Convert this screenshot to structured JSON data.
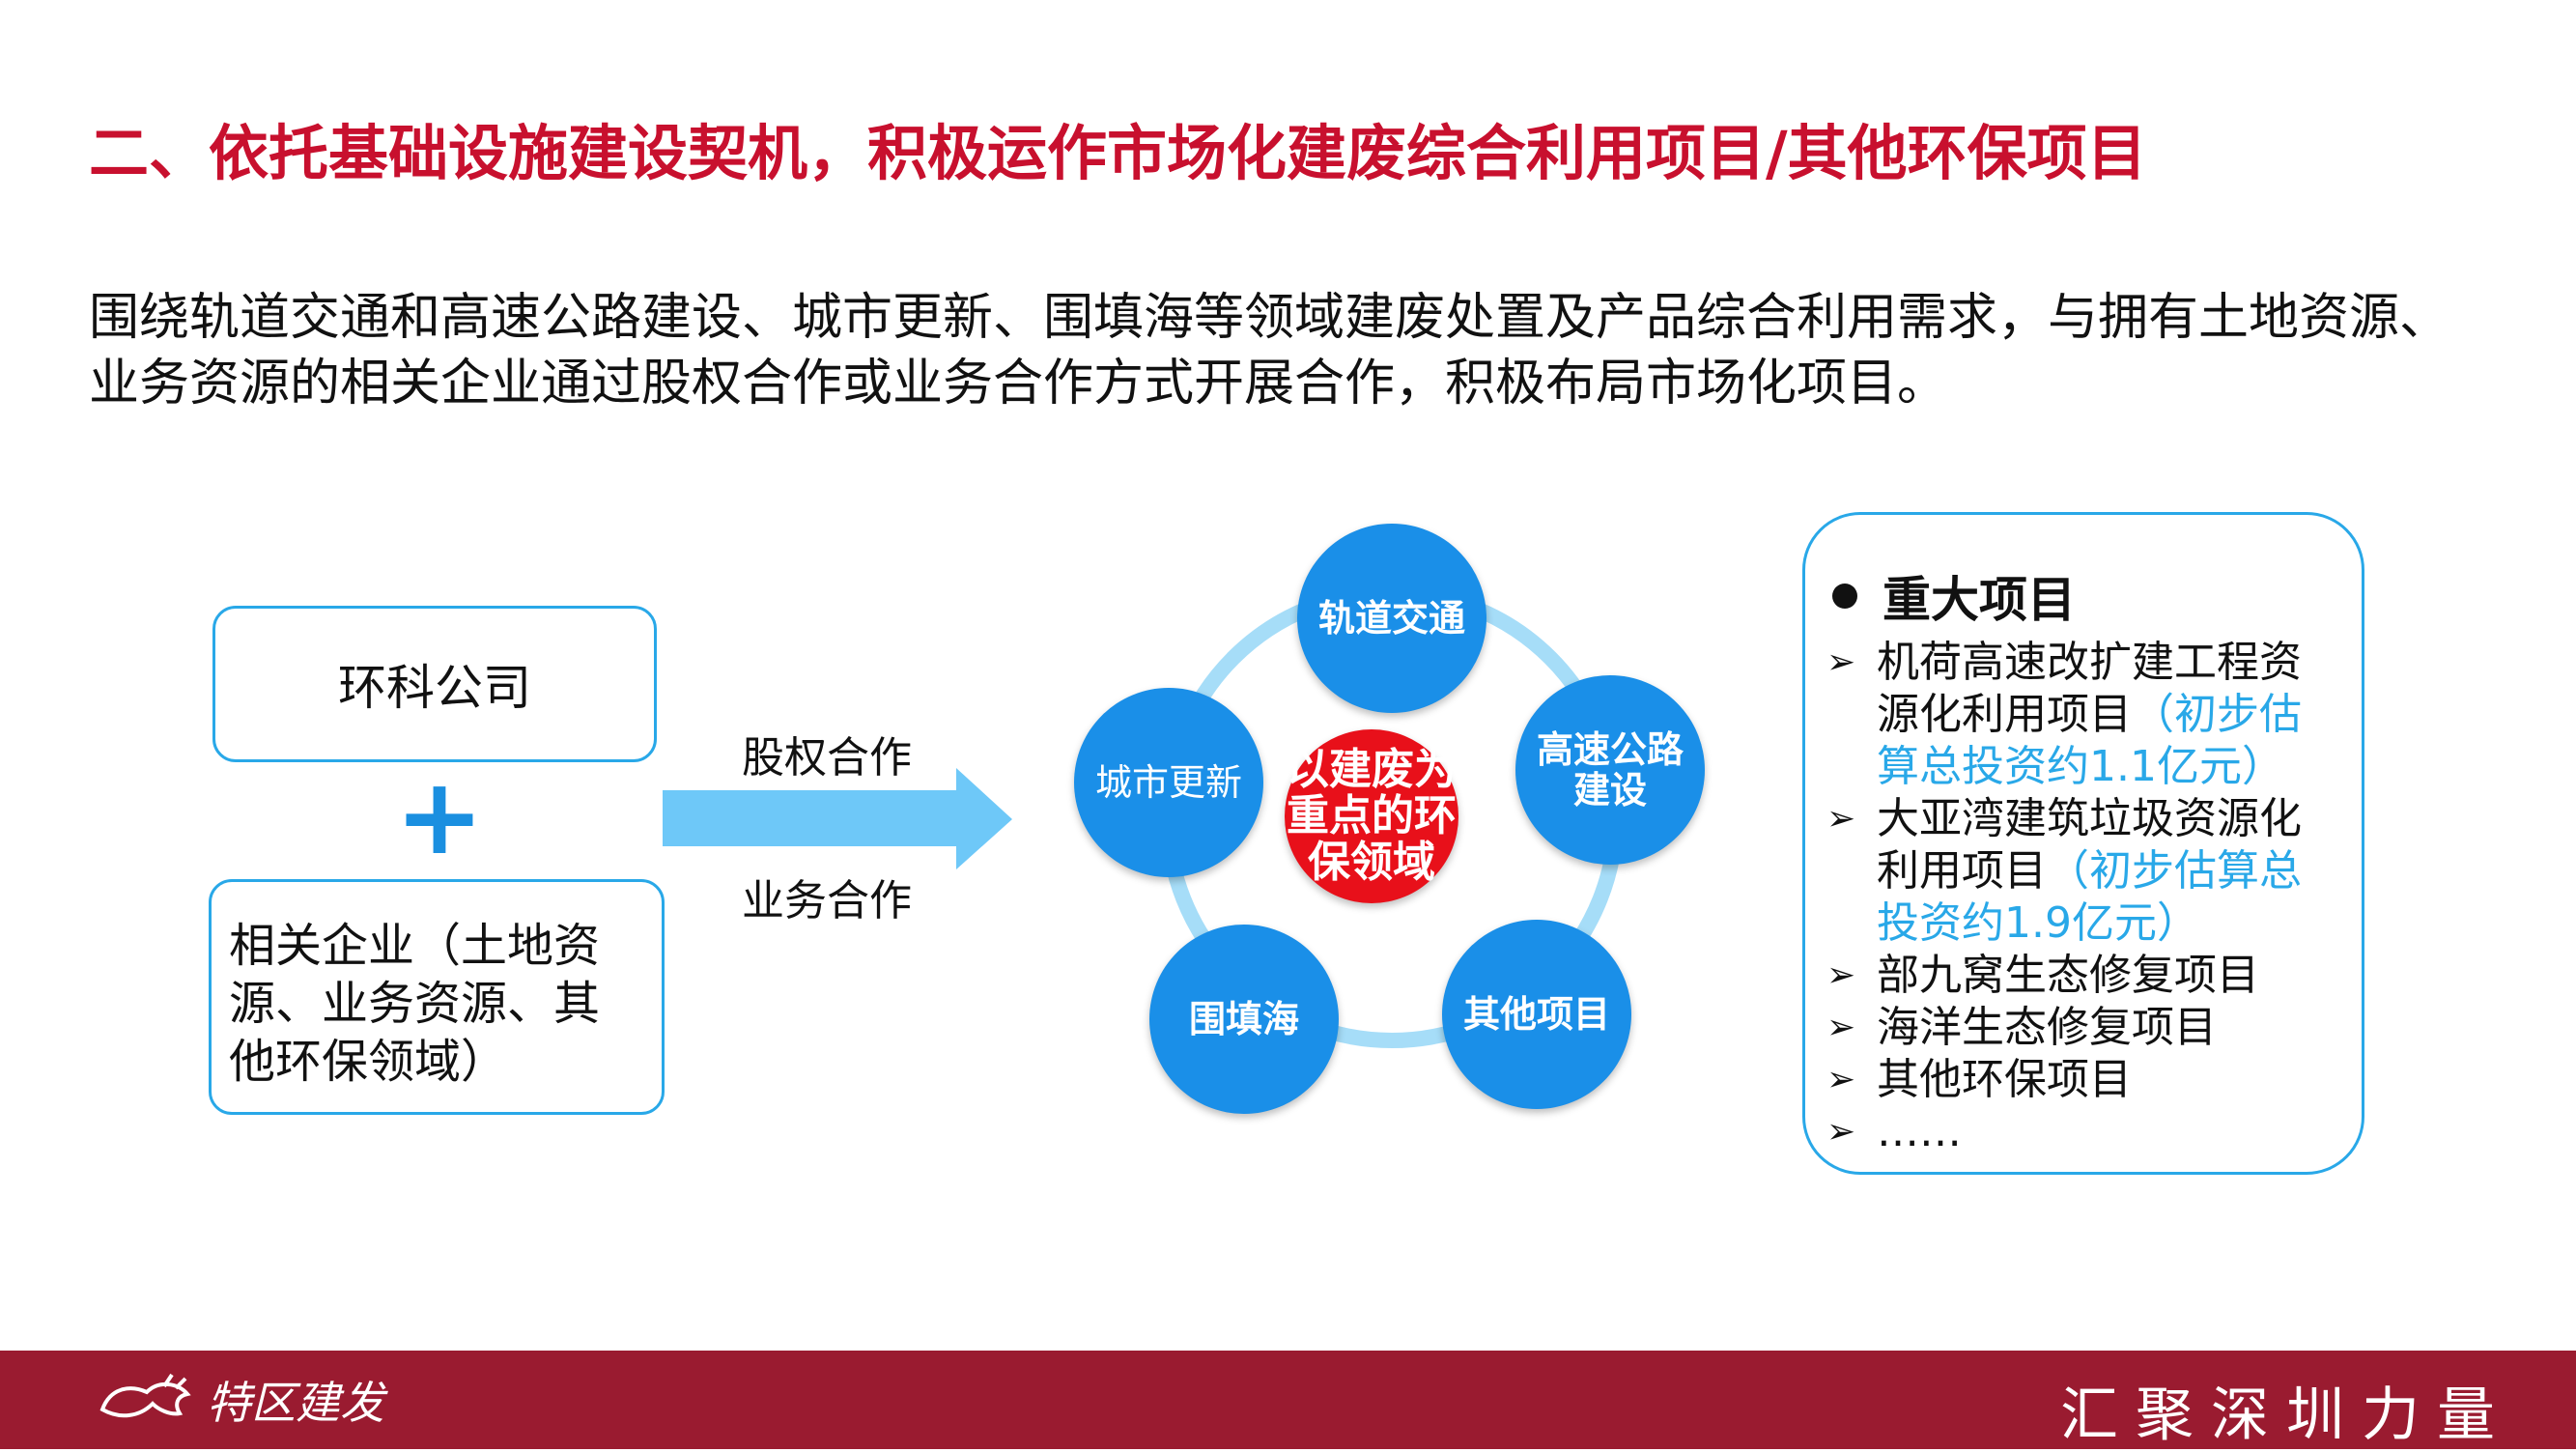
{
  "title": "二、依托基础设施建设契机，积极运作市场化建废综合利用项目/其他环保项目",
  "description": [
    "围绕轨道交通和高速公路建设、城市更新、围填海等领域建废处置及产品综合利用需求，与拥有土地资源、",
    "业务资源的相关企业通过股权合作或业务合作方式开展合作，积极布局市场化项目。"
  ],
  "left": {
    "company": "环科公司",
    "plus": "+",
    "related_lines": [
      "相关企业（土地资",
      "源、业务资源、其",
      "他环保领域）"
    ]
  },
  "arrow": {
    "label_top": "股权合作",
    "label_bottom": "业务合作"
  },
  "cycle": {
    "center": [
      "以建废为",
      "重点的环",
      "保领域"
    ],
    "rail": "轨道交通",
    "highway": [
      "高速公路",
      "建设"
    ],
    "other": "其他项目",
    "reclaim": "围填海",
    "urban": "城市更新"
  },
  "projects": {
    "heading": "重大项目",
    "items": [
      {
        "lines": [
          "机荷高速改扩建工程资",
          "源化利用项目"
        ],
        "note_inline": "（初步估",
        "note_line": "算总投资约1.1亿元）"
      },
      {
        "lines": [
          "大亚湾建筑垃圾资源化",
          "利用项目"
        ],
        "note_inline": "（初步估算总",
        "note_line": "投资约1.9亿元）"
      },
      {
        "lines": [
          "部九窝生态修复项目"
        ]
      },
      {
        "lines": [
          "海洋生态修复项目"
        ]
      },
      {
        "lines": [
          "其他环保项目"
        ]
      },
      {
        "lines": [
          "……"
        ]
      }
    ]
  },
  "footer": {
    "logo_text": "特区建发",
    "slogan": "汇聚深圳力量"
  },
  "colors": {
    "title_red": "#C8102E",
    "circle_blue": "#1A8FE8",
    "center_red": "#E8101A",
    "border_blue": "#29A8E8",
    "footer_bg": "#9A1B30"
  }
}
